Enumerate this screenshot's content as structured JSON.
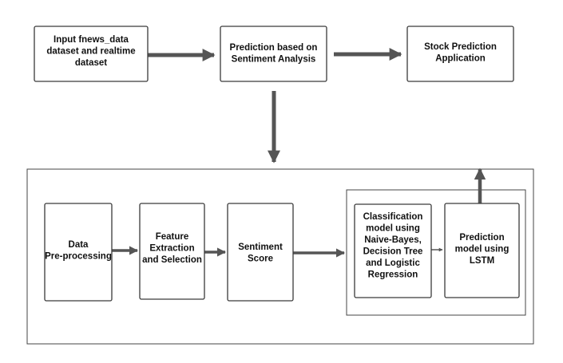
{
  "nodes": [
    {
      "id": "input",
      "lines": [
        "Input fnews_data",
        "dataset and realtime",
        "dataset"
      ]
    },
    {
      "id": "sentiment-prediction",
      "lines": [
        "Prediction based on",
        "Sentiment Analysis"
      ]
    },
    {
      "id": "stock-app",
      "lines": [
        "Stock Prediction",
        "Application"
      ]
    },
    {
      "id": "preprocessing",
      "lines": [
        "Data",
        "Pre-processing"
      ]
    },
    {
      "id": "feature-extraction",
      "lines": [
        "Feature",
        "Extraction",
        "and Selection"
      ]
    },
    {
      "id": "sentiment-score",
      "lines": [
        "Sentiment",
        "Score"
      ]
    },
    {
      "id": "classification",
      "lines": [
        "Classification",
        "model using",
        "Naive-Bayes,",
        "Decision Tree",
        "and Logistic",
        "Regression"
      ]
    },
    {
      "id": "lstm",
      "lines": [
        "Prediction",
        "model using",
        "LSTM"
      ]
    }
  ],
  "edges": [
    {
      "from": "input",
      "to": "sentiment-prediction"
    },
    {
      "from": "sentiment-prediction",
      "to": "stock-app"
    },
    {
      "from": "sentiment-prediction",
      "to": "pipeline"
    },
    {
      "from": "preprocessing",
      "to": "feature-extraction"
    },
    {
      "from": "feature-extraction",
      "to": "sentiment-score"
    },
    {
      "from": "sentiment-score",
      "to": "models"
    },
    {
      "from": "classification",
      "to": "lstm"
    },
    {
      "from": "lstm",
      "to": "pipeline-top"
    }
  ],
  "colors": {
    "box_stroke": "#3a3a3a",
    "arrow": "#555555",
    "text": "#111111"
  }
}
